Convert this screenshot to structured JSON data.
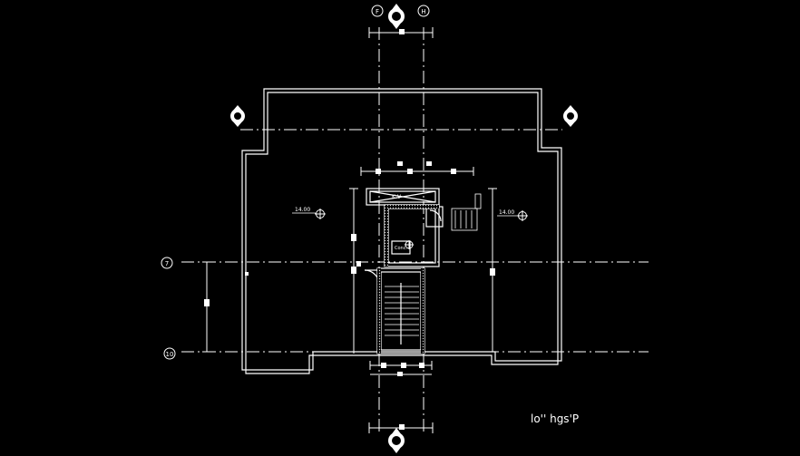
{
  "drawing": {
    "background": "#000000",
    "line_color": "#ffffff",
    "grid_bubbles": {
      "top_left": "F",
      "top_right": "H",
      "left_upper": "7",
      "left_lower": "10"
    },
    "level_marks": {
      "left": "14.00",
      "right": "14.00"
    },
    "room_labels": {
      "shaft": "K.V",
      "small_box": "Conc."
    },
    "mirrored_title": "lo'' hgs'P"
  }
}
